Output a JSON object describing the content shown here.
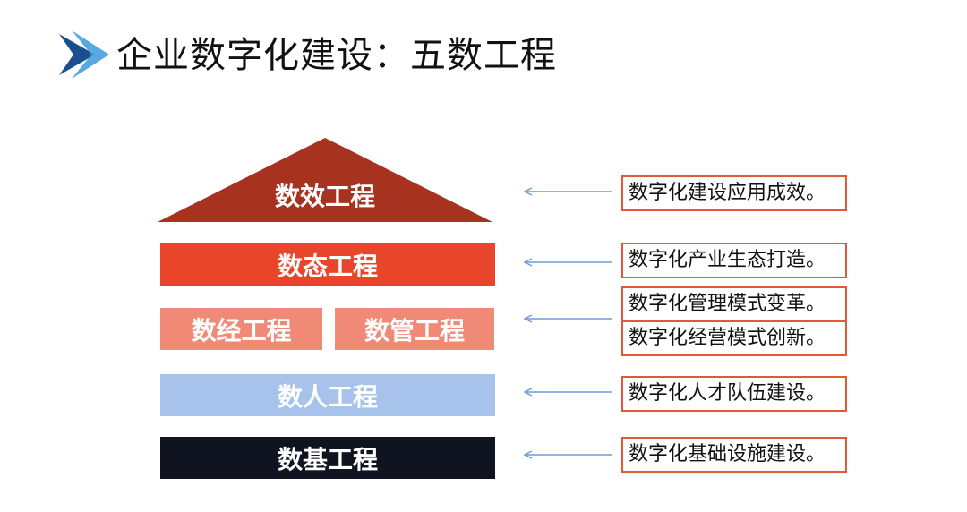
{
  "header": {
    "title": "企业数字化建设：五数工程",
    "colors": {
      "logo_dark": "#1b4e8e",
      "logo_light": "#3a9ad9"
    }
  },
  "diagram": {
    "layers": [
      {
        "label": "数效工程",
        "color": "#a83220"
      },
      {
        "label": "数态工程",
        "color": "#e8452a"
      },
      {
        "label": "数经工程",
        "color": "#f08a76"
      },
      {
        "label": "数管工程",
        "color": "#f08a76"
      },
      {
        "label": "数人工程",
        "color": "#a7c3ec"
      },
      {
        "label": "数基工程",
        "color": "#0f1420"
      }
    ],
    "notes": [
      "数字化建设应用成效。",
      "数字化产业生态打造。",
      "数字化管理模式变革。",
      "数字化经营模式创新。",
      "数字化人才队伍建设。",
      "数字化基础设施建设。"
    ],
    "colors": {
      "arrow": "#6d9bd6",
      "note_border": "#e05a3a"
    }
  }
}
